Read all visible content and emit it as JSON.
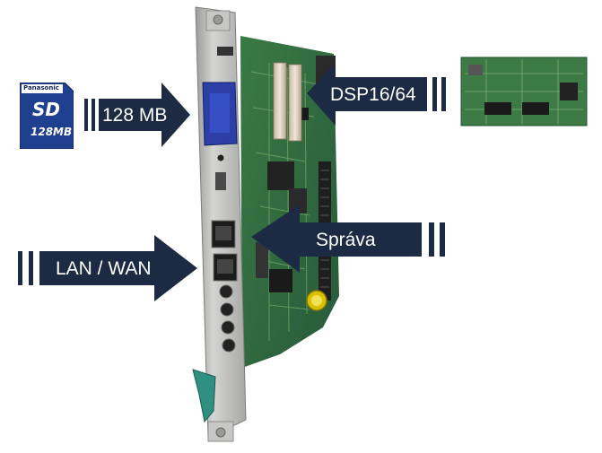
{
  "colors": {
    "arrow": "#1c2b43",
    "pcb": "#2f6b3a",
    "faceplate": "#b8b8b6",
    "sd_card": "#1f3f8f"
  },
  "sd_card": {
    "brand": "Panasonic",
    "logo": "SD",
    "capacity": "128MB"
  },
  "arrows": {
    "sd": {
      "label": "128 MB",
      "direction": "right"
    },
    "dsp": {
      "label": "DSP16/64",
      "direction": "left"
    },
    "sprava": {
      "label": "Správa",
      "direction": "left"
    },
    "lan": {
      "label": "LAN / WAN",
      "direction": "right"
    }
  }
}
